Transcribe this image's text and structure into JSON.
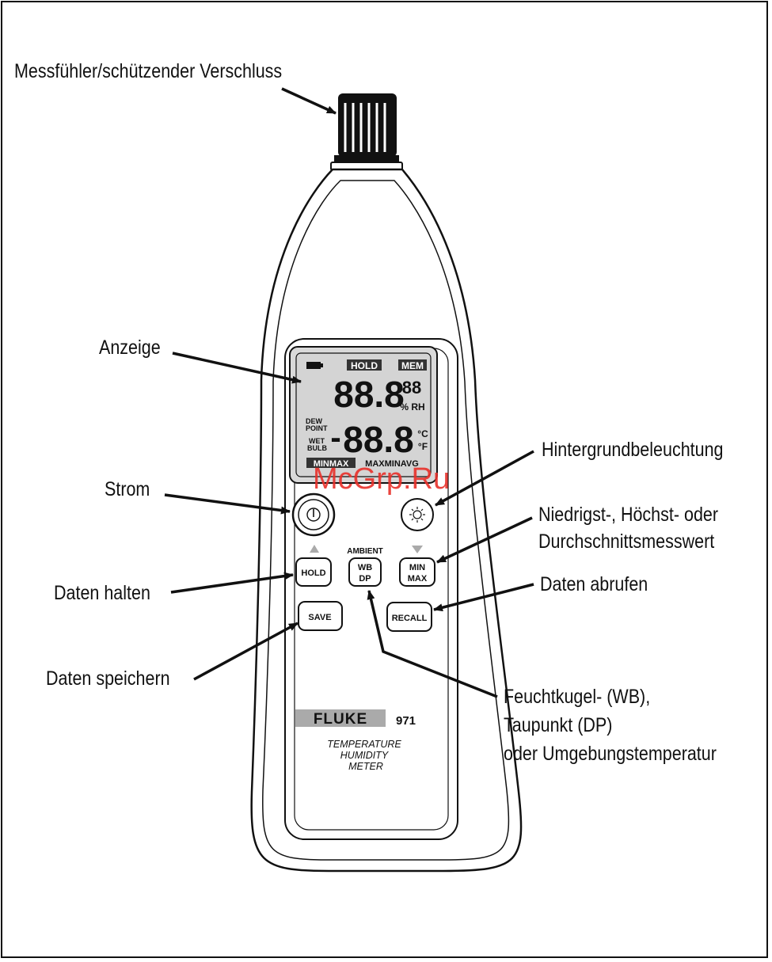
{
  "callouts": {
    "probe": "Messfühler/schützender Verschluss",
    "display": "Anzeige",
    "power": "Strom",
    "hold": "Daten halten",
    "save": "Daten speichern",
    "backlight": "Hintergrundbeleuchtung",
    "minmax_line1": "Niedrigst-, Höchst- oder",
    "minmax_line2": "Durchschnittsmesswert",
    "recall": "Daten abrufen",
    "wbdp_line1": "Feuchtkugel- (WB),",
    "wbdp_line2": "Taupunkt (DP)",
    "wbdp_line3": "oder Umgebungstemperatur"
  },
  "lcd": {
    "hold": "HOLD",
    "mem": "MEM",
    "top_digits": "88.8",
    "small_digits": "88",
    "rh_unit": "% RH",
    "dew_point": "DEW\nPOINT",
    "dew": "DEW",
    "point": "POINT",
    "wet": "WET",
    "bulb": "BULB",
    "minus": "-",
    "bottom_digits": "88.8",
    "unit_c": "°C",
    "unit_f": "°F",
    "minmax_box": "MINMAX",
    "maxminavg": "MAXMINAVG"
  },
  "buttons": {
    "hold": "HOLD",
    "ambient_caption": "AMBIENT",
    "wb": "WB",
    "dp": "DP",
    "min": "MIN",
    "max": "MAX",
    "save": "SAVE",
    "recall": "RECALL"
  },
  "brand": {
    "name": "FLUKE",
    "model": "971",
    "product_line1": "TEMPERATURE",
    "product_line2": "HUMIDITY",
    "product_line3": "METER"
  },
  "watermark": "McGrp.Ru",
  "icons": [
    "power-icon",
    "backlight-sun-icon",
    "up-triangle-icon",
    "down-triangle-icon",
    "battery-icon"
  ]
}
